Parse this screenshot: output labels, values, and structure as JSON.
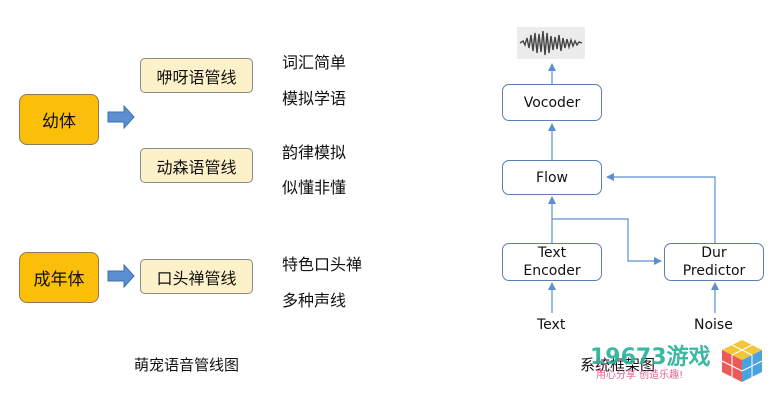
{
  "left": {
    "stages": [
      {
        "label": "幼体"
      },
      {
        "label": "成年体"
      }
    ],
    "pipelines": [
      {
        "label": "咿呀语管线"
      },
      {
        "label": "动森语管线"
      },
      {
        "label": "口头禅管线"
      }
    ],
    "features": [
      "词汇简单",
      "模拟学语",
      "韵律模拟",
      "似懂非懂",
      "特色口头禅",
      "多种声线"
    ],
    "caption": "萌宠语音管线图"
  },
  "right": {
    "nodes": {
      "vocoder": "Vocoder",
      "flow": "Flow",
      "text_encoder_line1": "Text",
      "text_encoder_line2": "Encoder",
      "dur_predictor_line1": "Dur",
      "dur_predictor_line2": "Predictor"
    },
    "inputs": {
      "text": "Text",
      "noise": "Noise"
    },
    "caption": "系统框架图"
  },
  "watermark": {
    "brand": "19673游戏",
    "slogan": "用心分享 创造乐趣!"
  },
  "colors": {
    "stage_fill": "#fbbf0a",
    "pipeline_fill": "#fdf1c9",
    "arrow_blue": "#5b8fd1",
    "node_border": "#5b7fb0"
  }
}
